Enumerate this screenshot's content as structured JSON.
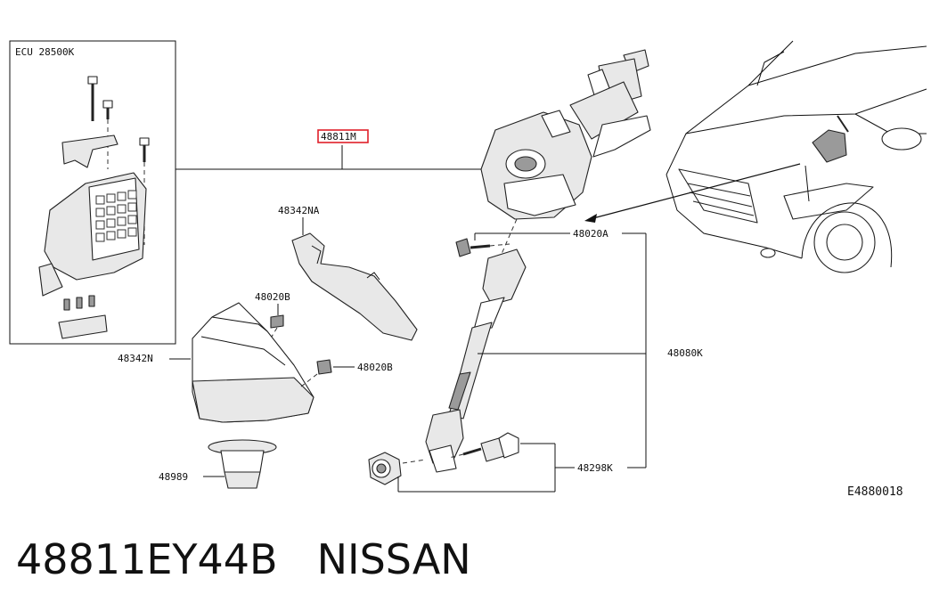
{
  "diagram": {
    "inset": {
      "title": "ECU 28500K"
    },
    "callouts": {
      "column_main": "48811M",
      "cover_upper": "48342NA",
      "clip_upper": "48020B",
      "cover_lower": "48342N",
      "clip_lower": "48020B",
      "grommet": "48989",
      "bolt_top": "48020A",
      "shaft": "48080K",
      "shaft_hw": "48298K"
    },
    "highlight_color": "#e0202a",
    "figure_code": "E4880018"
  },
  "footer": {
    "part_number": "48811EY44B",
    "brand": "NISSAN"
  }
}
